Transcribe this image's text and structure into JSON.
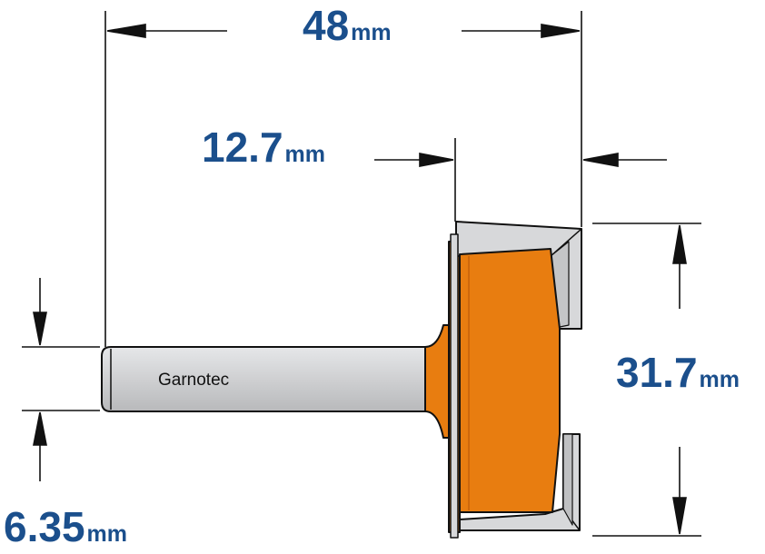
{
  "dimensions": {
    "overall_width": {
      "value": "48",
      "unit": "mm"
    },
    "shank_length": {
      "value": "12.7",
      "unit": "mm"
    },
    "cutting_height": {
      "value": "31.7",
      "unit": "mm"
    },
    "shank_diameter": {
      "value": "6.35",
      "unit": "mm"
    }
  },
  "brand_label": "Garnotec",
  "colors": {
    "dimension_text": "#1b4f8c",
    "cutter_body": "#e87d10",
    "carbide_tip": "#d7d8da",
    "shank": "#cfd0d2",
    "outline": "#111111"
  }
}
